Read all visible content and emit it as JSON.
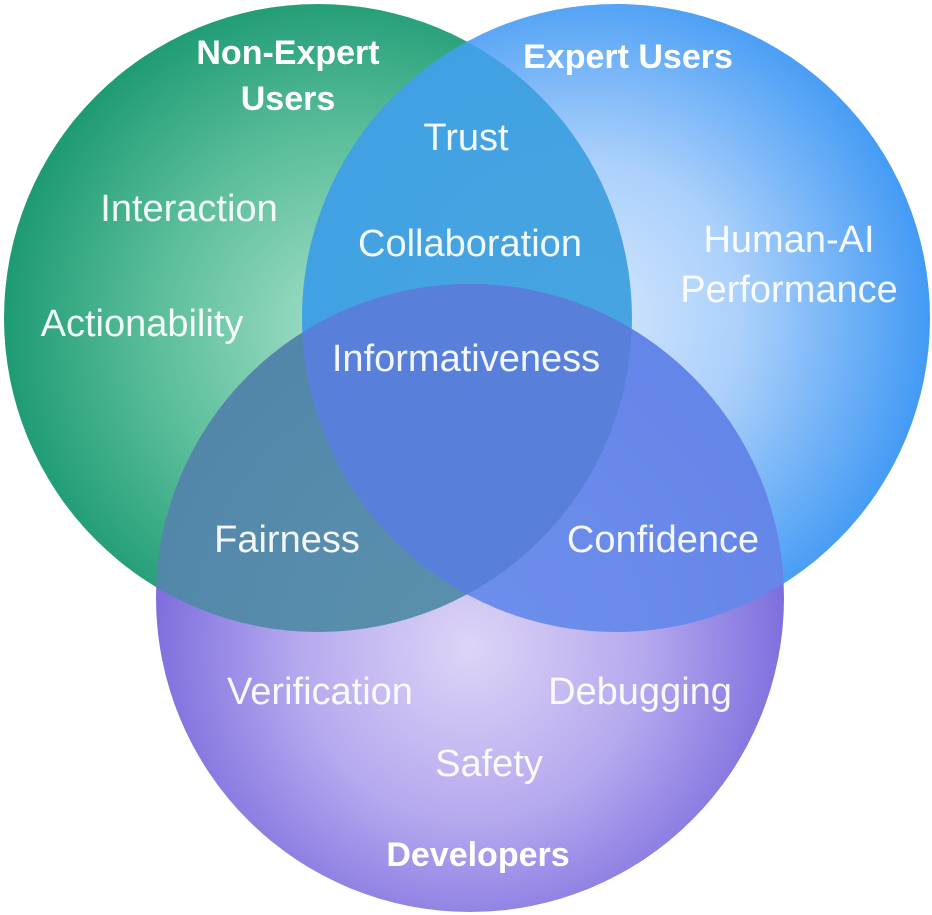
{
  "sets": {
    "non_expert": {
      "title_line1": "Non-Expert",
      "title_line2": "Users",
      "color": "#1f9e78",
      "light": "#8fd8c0"
    },
    "expert": {
      "title": "Expert Users",
      "color": "#3f9af5",
      "light": "#c3dcfb"
    },
    "developers": {
      "title": "Developers",
      "color": "#7466db",
      "light": "#c9bdf2"
    }
  },
  "concepts": {
    "non_expert_only": [
      "Interaction",
      "Actionability"
    ],
    "expert_only_line1": "Human-AI",
    "expert_only_line2": "Performance",
    "non_expert_and_expert": [
      "Trust",
      "Collaboration"
    ],
    "all_three": "Informativeness",
    "non_expert_and_developers": "Fairness",
    "expert_and_developers": "Confidence",
    "developers_only": [
      "Verification",
      "Debugging",
      "Safety"
    ]
  }
}
